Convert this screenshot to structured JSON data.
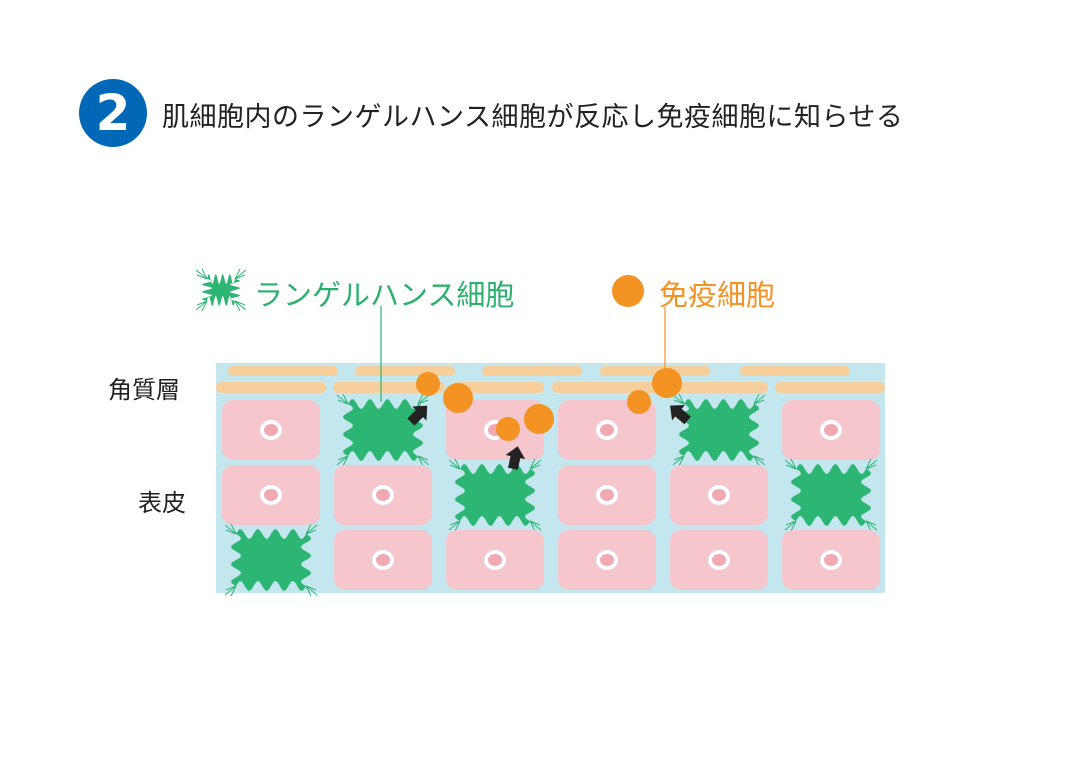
{
  "step_number": "2",
  "title": "肌細胞内のランゲルハンス細胞が反応し免疫細胞に知らせる",
  "legend": {
    "langerhans": "ランゲルハンス細胞",
    "immune": "免疫細胞"
  },
  "labels": {
    "stratum_corneum": "角質層",
    "epidermis": "表皮"
  },
  "colors": {
    "badge": "#0068b7",
    "langerhans": "#2db573",
    "immune": "#f39323",
    "skin_bg": "#c4e7ef",
    "cell": "#f5c6cc",
    "corneocyte": "#f6cf9c"
  }
}
